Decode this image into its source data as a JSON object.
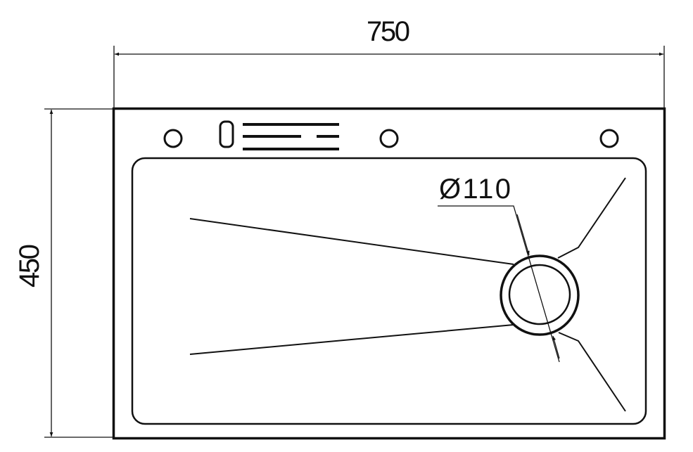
{
  "drawing": {
    "width_label": "750",
    "height_label": "450",
    "drain_label": "Ø110",
    "line_color": "#111111",
    "background": "#ffffff"
  }
}
